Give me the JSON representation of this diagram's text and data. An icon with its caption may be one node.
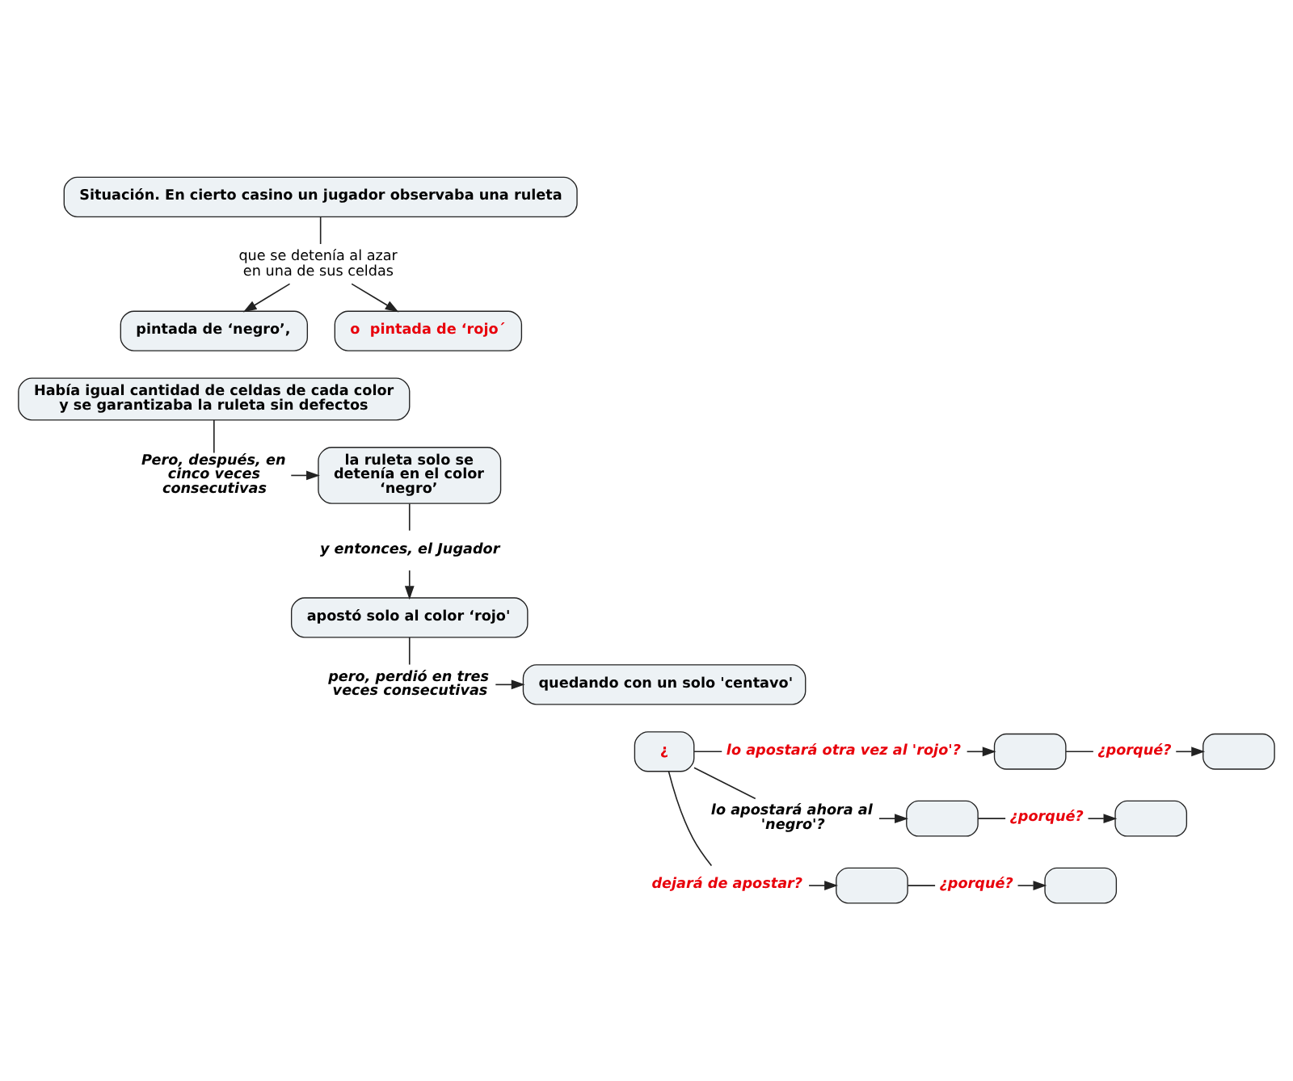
{
  "diagram": {
    "nodes": [
      {
        "text": [
          "Situación. En cierto casino un jugador observaba una ruleta"
        ]
      },
      {
        "text": [
          "que se detenía al azar en una de sus celdas"
        ]
      },
      {
        "text": [
          "pintada de ‘negro’,"
        ]
      },
      {
        "text": [
          "o  pintada de ‘rojo´"
        ]
      },
      {
        "text": [
          "Había igual cantidad de celdas de cada color y se garantizaba la ruleta sin defectos"
        ]
      },
      {
        "text": [
          "Pero, después, en cinco veces consecutivas"
        ]
      },
      {
        "text": [
          "la ruleta solo se detenía en el color ‘negro’"
        ]
      },
      {
        "text": [
          "y entonces, el Jugador"
        ]
      },
      {
        "text": [
          "apostó solo al color ‘rojo'"
        ]
      },
      {
        "text": [
          "pero, perdió en tres veces consecutivas"
        ]
      },
      {
        "text": [
          "quedando con un solo 'centavo'"
        ]
      },
      {
        "text": [
          "¿"
        ]
      },
      {
        "text": [
          "lo apostará otra vez al 'rojo'?"
        ]
      },
      {
        "text": [
          "lo apostará ahora al 'negro'?"
        ]
      },
      {
        "text": [
          "dejará de apostar?"
        ]
      },
      {
        "text": [],
        "shape": "box"
      },
      {
        "text": [
          "¿porqué?"
        ]
      },
      {
        "text": [],
        "shape": "box"
      },
      {
        "text": [],
        "shape": "box"
      },
      {
        "text": [
          "¿porqué?"
        ]
      },
      {
        "text": [],
        "shape": "box"
      },
      {
        "text": [],
        "shape": "box"
      },
      {
        "text": [
          "¿porqué?"
        ]
      },
      {
        "text": [],
        "shape": "box"
      }
    ],
    "edges": [
      {
        "from": 0,
        "to": 1,
        "arrow": "none"
      },
      {
        "from": 1,
        "to": 2,
        "arrow": "to"
      },
      {
        "from": 1,
        "to": 3,
        "arrow": "to"
      },
      {
        "from": 4,
        "to": 5,
        "arrow": "none"
      },
      {
        "from": 5,
        "to": 6,
        "arrow": "to"
      },
      {
        "from": 6,
        "to": 7,
        "arrow": "none"
      },
      {
        "from": 7,
        "to": 8,
        "arrow": "to"
      },
      {
        "from": 8,
        "to": 9,
        "arrow": "none"
      },
      {
        "from": 9,
        "to": 10,
        "arrow": "to"
      },
      {
        "from": 11,
        "to": 12,
        "arrow": "none"
      },
      {
        "from": 11,
        "to": 13,
        "arrow": "none"
      },
      {
        "from": 11,
        "to": 14,
        "arrow": "none"
      },
      {
        "from": 12,
        "to": 15,
        "arrow": "to"
      },
      {
        "from": 15,
        "to": 16,
        "arrow": "none"
      },
      {
        "from": 16,
        "to": 17,
        "arrow": "to"
      },
      {
        "from": 13,
        "to": 18,
        "arrow": "to"
      },
      {
        "from": 18,
        "to": 19,
        "arrow": "none"
      },
      {
        "from": 19,
        "to": 20,
        "arrow": "to"
      },
      {
        "from": 14,
        "to": 21,
        "arrow": "to"
      },
      {
        "from": 21,
        "to": 22,
        "arrow": "none"
      },
      {
        "from": 22,
        "to": 23,
        "arrow": "to"
      }
    ]
  }
}
